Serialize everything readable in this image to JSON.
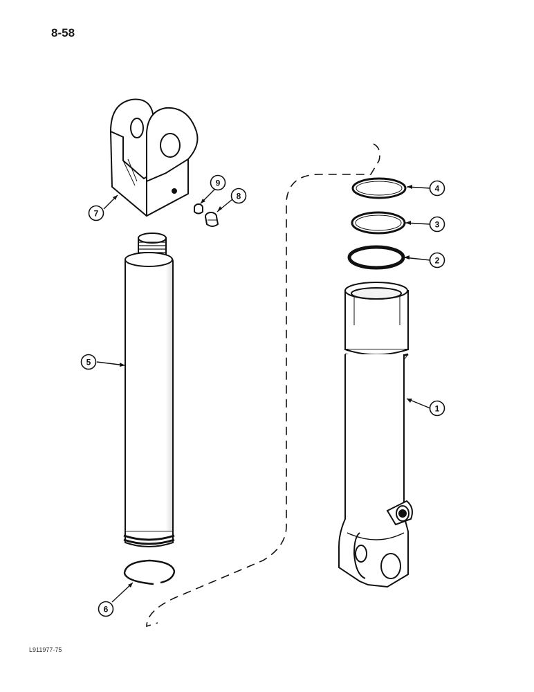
{
  "page": {
    "number": "8-58",
    "figure_code": "L911977-75"
  },
  "callouts": [
    {
      "id": "1",
      "label": "1"
    },
    {
      "id": "2",
      "label": "2"
    },
    {
      "id": "3",
      "label": "3"
    },
    {
      "id": "4",
      "label": "4"
    },
    {
      "id": "5",
      "label": "5"
    },
    {
      "id": "6",
      "label": "6"
    },
    {
      "id": "7",
      "label": "7"
    },
    {
      "id": "8",
      "label": "8"
    },
    {
      "id": "9",
      "label": "9"
    }
  ]
}
